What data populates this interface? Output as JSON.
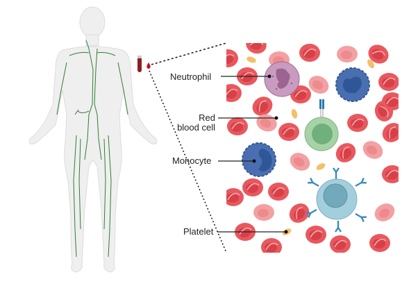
{
  "figure": {
    "title": "Blood cell types",
    "labels": {
      "neutrophil": "Neutrophil",
      "red_blood_cell_line1": "Red",
      "red_blood_cell_line2": "blood cell",
      "monocyte": "Monocyte",
      "platelet": "Platelet"
    },
    "icons": [
      "human-body-icon",
      "lymphatic-system-icon",
      "blood-tube-icon",
      "blood-drop-icon"
    ],
    "colors": {
      "rbc": "#e8585e",
      "rbc_light": "#f3a0a2",
      "neutrophil": "#c99bc0",
      "monocyte": "#4a6fb0",
      "lymphocyte": "#a7d2a7",
      "bcell": "#a3cfdc",
      "platelet": "#f3c06a",
      "lymph": "#2e7d32"
    }
  }
}
